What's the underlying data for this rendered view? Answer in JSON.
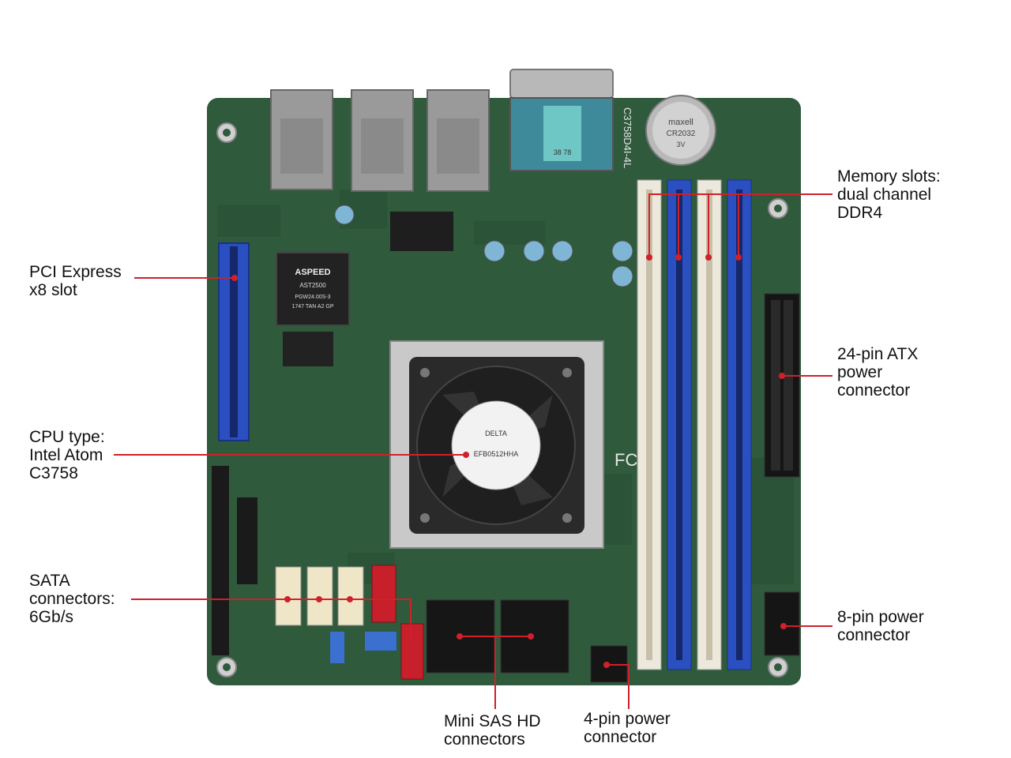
{
  "colors": {
    "pcb": "#2f5a3c",
    "pcb_dark": "#1f3f2a",
    "callout_line": "#d0202a",
    "dimm_blue": "#2a4fc0",
    "dimm_white": "#ece8dc",
    "pcie_blue": "#2a4fc0",
    "sata_red": "#c8202a",
    "heatsink": "#c9c9c9",
    "fan": "#2a2a2a"
  },
  "board": {
    "model_text": "C3758D4I-4L",
    "chip_aspeed_brand": "ASPEED",
    "chip_aspeed_model": "AST2500",
    "chip_aspeed_code": "PGW24.00S-3",
    "chip_aspeed_date": "1747 TAN A2 GP",
    "battery_brand": "maxell",
    "battery_model": "CR2032",
    "battery_voltage": "3V",
    "fan_brand": "DELTA",
    "fan_model": "EFB0512HHA",
    "serial_port_text": "38 78",
    "fcc_logo": "FC"
  },
  "callouts": {
    "pcie": [
      "PCI Express",
      "x8 slot"
    ],
    "cpu": [
      "CPU type:",
      "Intel Atom",
      "C3758"
    ],
    "sata": [
      "SATA",
      "connectors:",
      "6Gb/s"
    ],
    "memory": [
      "Memory slots:",
      "dual channel",
      "DDR4"
    ],
    "atx24": [
      "24-pin ATX",
      "power",
      "connector"
    ],
    "atx8": [
      "8-pin power",
      "connector"
    ],
    "minisas": [
      "Mini SAS HD",
      "connectors"
    ],
    "atx4": [
      "4-pin power",
      "connector"
    ]
  }
}
